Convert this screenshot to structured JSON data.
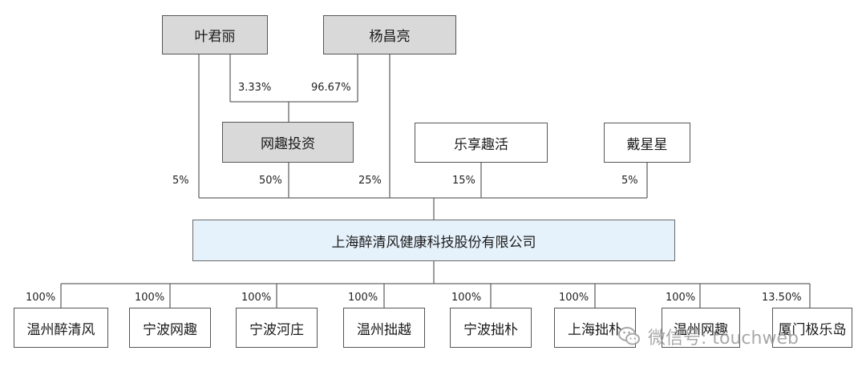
{
  "entities": {
    "ye_junli": "叶君丽",
    "yang_changliang": "杨昌亮",
    "wangqu_touzi": "网趣投资",
    "lexiang_quhuo": "乐享趣活",
    "dai_xingxing": "戴星星",
    "company": "上海醉清风健康科技股份有限公司",
    "subsidiaries": [
      "温州醉清风",
      "宁波网趣",
      "宁波河庄",
      "温州拙越",
      "宁波拙朴",
      "上海拙朴",
      "温州网趣",
      "厦门极乐岛"
    ]
  },
  "percentages": {
    "ye_to_wangqu": "3.33%",
    "yang_to_wangqu": "96.67%",
    "ye_to_company": "5%",
    "wangqu_to_company": "50%",
    "yang_to_company": "25%",
    "lexiang_to_company": "15%",
    "dai_to_company": "5%",
    "subsidiaries": [
      "100%",
      "100%",
      "100%",
      "100%",
      "100%",
      "100%",
      "100%",
      "13.50%"
    ]
  },
  "watermark": "微信号: touchweb",
  "colors": {
    "line": "#666666",
    "gray_box": "#d9d9d9",
    "company_box": "#e6f2fb"
  }
}
